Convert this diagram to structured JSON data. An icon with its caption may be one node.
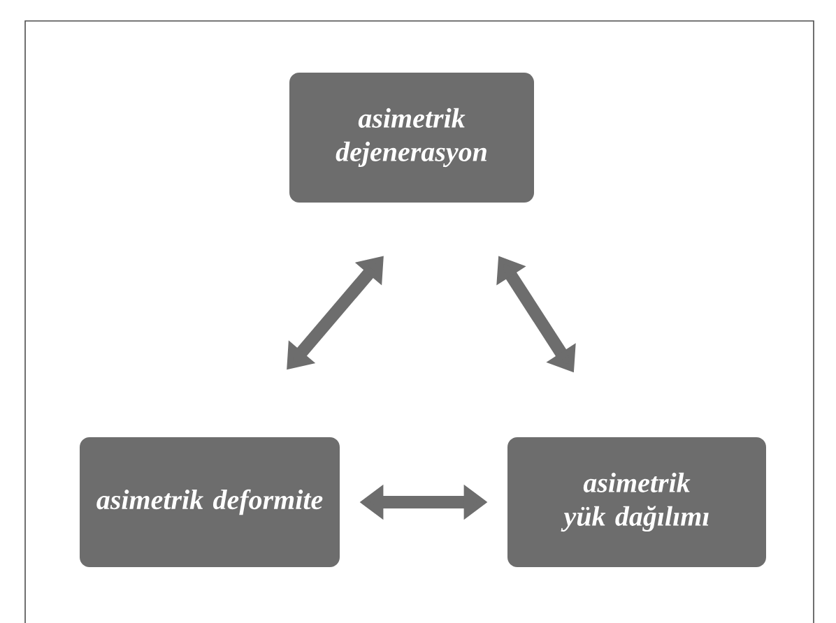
{
  "diagram": {
    "nodes": [
      {
        "text": [
          "asimetrik dejenerasyon"
        ]
      },
      {
        "text": [
          "asimetrik deformite"
        ]
      },
      {
        "text": [
          "asimetrik yük dağılımı"
        ]
      }
    ],
    "edges": [
      {
        "from": 0,
        "to": 1,
        "arrow": "both"
      },
      {
        "from": 0,
        "to": 2,
        "arrow": "both"
      },
      {
        "from": 1,
        "to": 2,
        "arrow": "both"
      }
    ]
  }
}
